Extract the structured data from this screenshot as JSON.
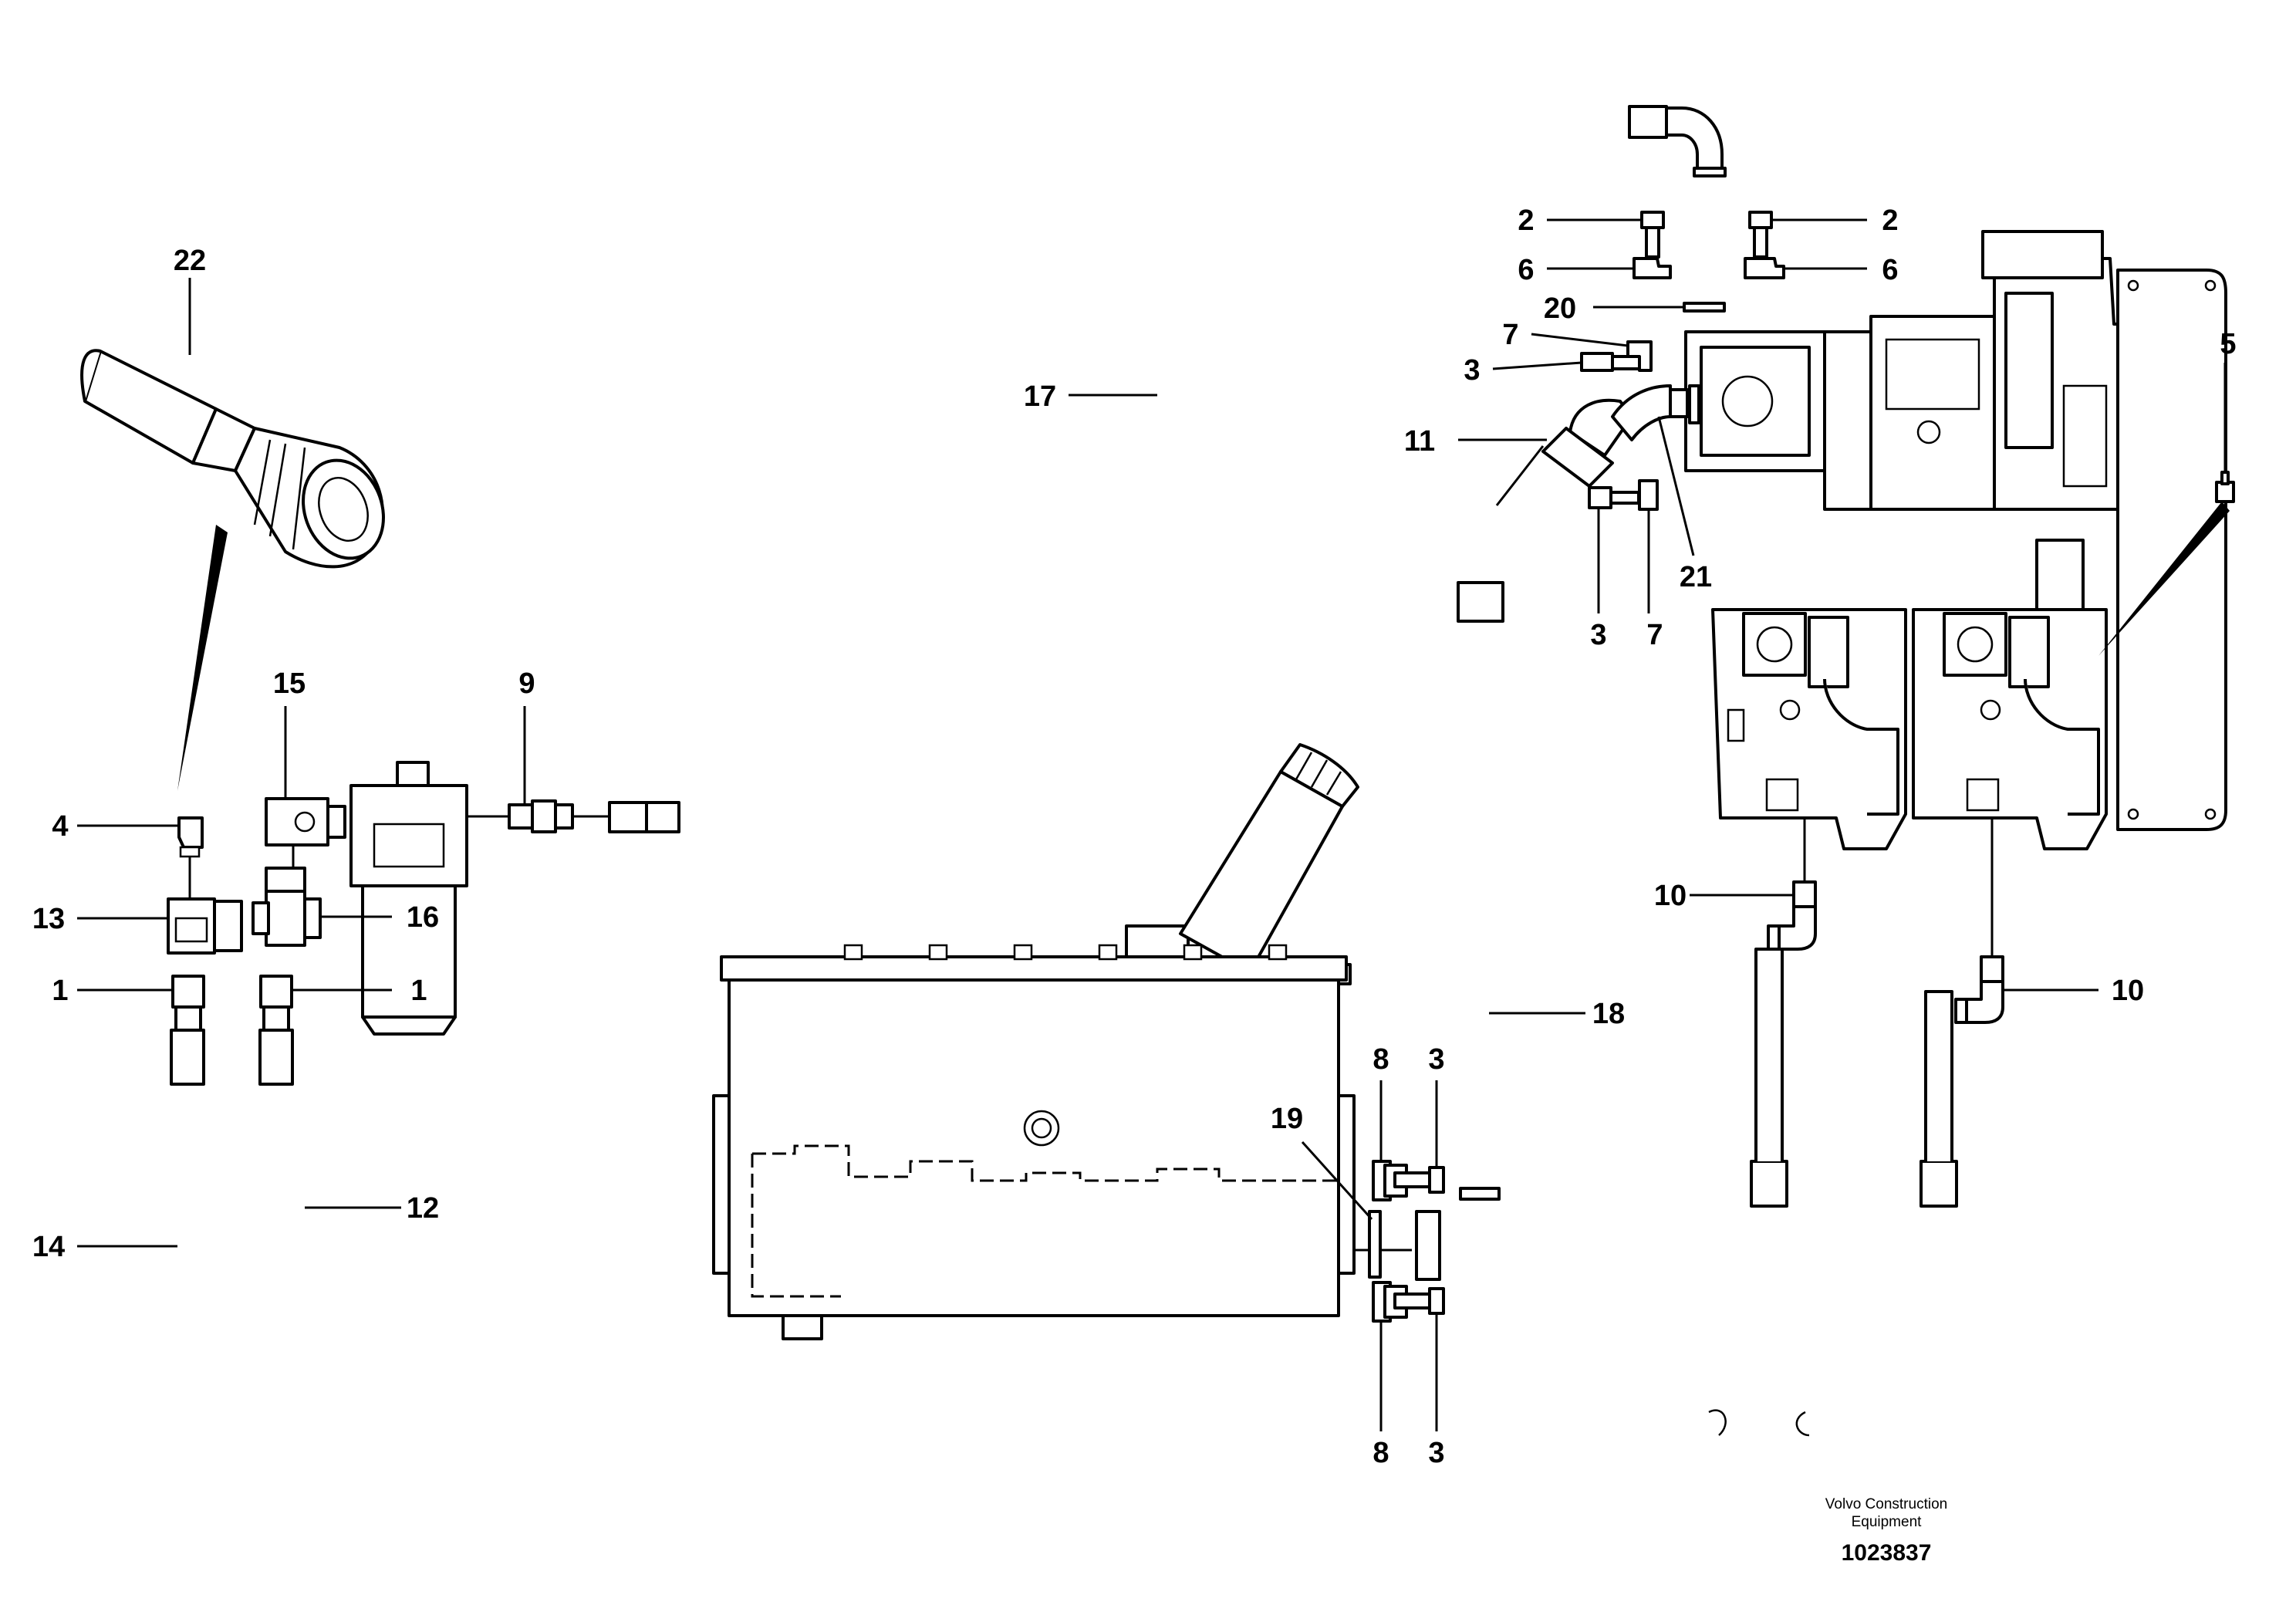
{
  "callouts": [
    "22",
    "15",
    "9",
    "17",
    "2",
    "2",
    "6",
    "6",
    "20",
    "7",
    "3",
    "11",
    "21",
    "3",
    "7",
    "5",
    "4",
    "13",
    "16",
    "1",
    "1",
    "14",
    "12",
    "8",
    "3",
    "19",
    "18",
    "10",
    "10",
    "8",
    "3"
  ],
  "footer": {
    "company_line1": "Volvo Construction",
    "company_line2": "Equipment",
    "drawing_number": "1023837"
  }
}
